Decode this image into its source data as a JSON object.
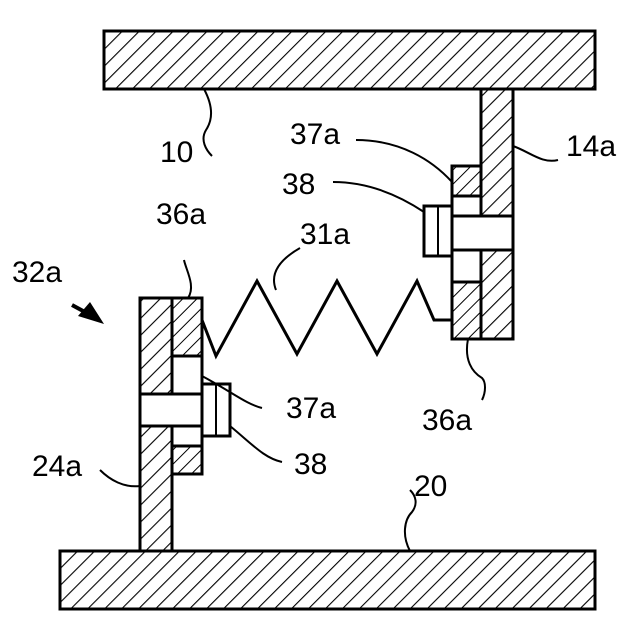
{
  "labels": {
    "upper_plate": "10",
    "lower_plate": "20",
    "upper_bracket": "14a",
    "lower_bracket": "24a",
    "assembly": "32a",
    "spring": "31a",
    "collar_upper": "36a",
    "collar_lower": "36a",
    "hole_upper": "37a",
    "hole_lower": "37a",
    "bolt_upper": "38",
    "bolt_lower": "38"
  }
}
